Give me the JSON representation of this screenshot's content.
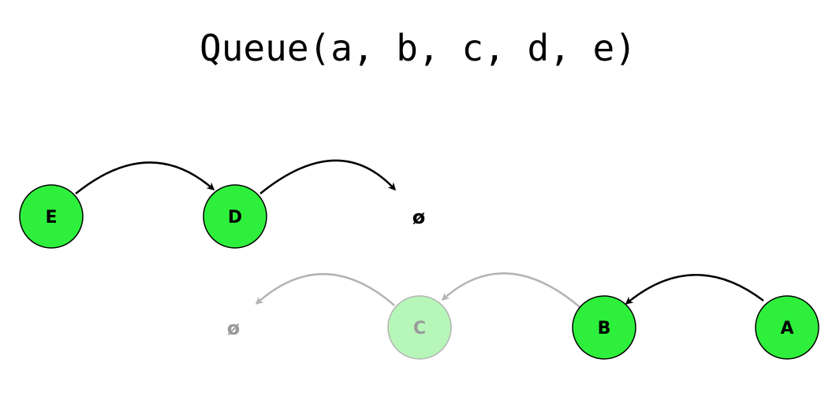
{
  "title": "Queue(a, b, c, d, e)",
  "colors": {
    "node_fill": "#2ef03c",
    "node_fill_faded": "#b6f7b9",
    "stroke": "#000000",
    "stroke_faded": "#b3b3b3",
    "faded_text": "#9a9a9a"
  },
  "nodes": {
    "e": {
      "label": "E",
      "faded": false
    },
    "d": {
      "label": "D",
      "faded": false
    },
    "c": {
      "label": "C",
      "faded": true
    },
    "b": {
      "label": "B",
      "faded": false
    },
    "a": {
      "label": "A",
      "faded": false
    }
  },
  "nulls": {
    "top": {
      "symbol": "ø",
      "faded": false
    },
    "bottom": {
      "symbol": "ø",
      "faded": true
    }
  },
  "edges": [
    {
      "from": "e",
      "to": "d",
      "faded": false
    },
    {
      "from": "d",
      "to": "null-top",
      "faded": false
    },
    {
      "from": "a",
      "to": "b",
      "faded": false
    },
    {
      "from": "b",
      "to": "c",
      "faded": true
    },
    {
      "from": "c",
      "to": "null-bottom",
      "faded": true
    }
  ]
}
